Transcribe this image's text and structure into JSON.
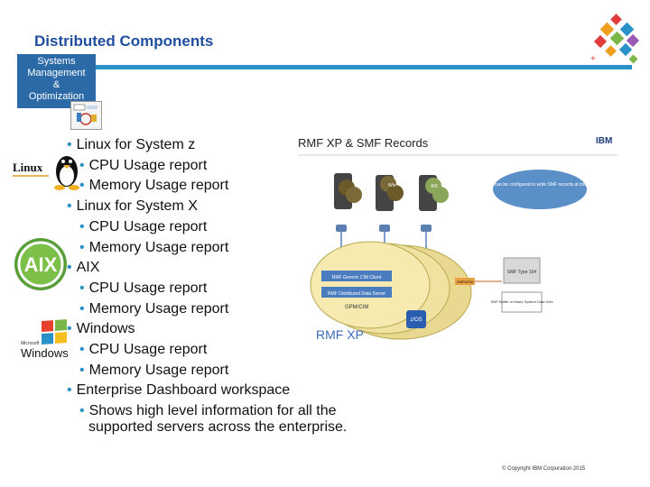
{
  "header": {
    "title": "Distributed Components",
    "tile_label_lines": [
      "Systems",
      "Management",
      "&",
      "Optimization"
    ]
  },
  "bullets": [
    {
      "level": 1,
      "text": "Linux for System z"
    },
    {
      "level": 2,
      "text": "CPU Usage report"
    },
    {
      "level": 2,
      "text": "Memory Usage report"
    },
    {
      "level": 1,
      "text": "Linux for System X"
    },
    {
      "level": 2,
      "text": "CPU Usage report"
    },
    {
      "level": 2,
      "text": "Memory Usage report"
    },
    {
      "level": 1,
      "text": "AIX"
    },
    {
      "level": 2,
      "text": "CPU Usage report"
    },
    {
      "level": 2,
      "text": "Memory Usage report"
    },
    {
      "level": 1,
      "text": "Windows"
    },
    {
      "level": 2,
      "text": "CPU Usage report"
    },
    {
      "level": 2,
      "text": "Memory Usage report"
    },
    {
      "level": 1,
      "text": "Enterprise Dashboard workspace"
    },
    {
      "level": 2,
      "text": "Shows high level information for all the"
    },
    {
      "level": 3,
      "text": "supported servers across the enterprise."
    }
  ],
  "logos": {
    "linux": "Linux",
    "aix": "AIX",
    "windows_small": "Microsoft",
    "windows": "Windows"
  },
  "diagram": {
    "title": "RMF XP & SMF Records",
    "brand": "IBM",
    "callout": "SMF XP can be configured to write SMF records at interval end",
    "box_cim_client": "RMF Generic CIM Client",
    "box_data_server": "RMF Distributed Data Server",
    "box_gpmcim": "GPM/CIM",
    "box_smfwtm": "SMFWTM",
    "smf_type": "SMF Type 104",
    "smf_buffer": "SMF Buffer or Mand System Data Sets",
    "zos": "z/OS",
    "rmf_xp": "RMF XP",
    "server_aix": "AIX",
    "server_win": "Win"
  },
  "footer": {
    "copyright": "© Copyright IBM Corporation 2015"
  },
  "colors": {
    "title": "#1f4e9e",
    "rule": "#2a90c8",
    "tile": "#2b6aa6",
    "bullet_dot": "#2a90c8"
  }
}
